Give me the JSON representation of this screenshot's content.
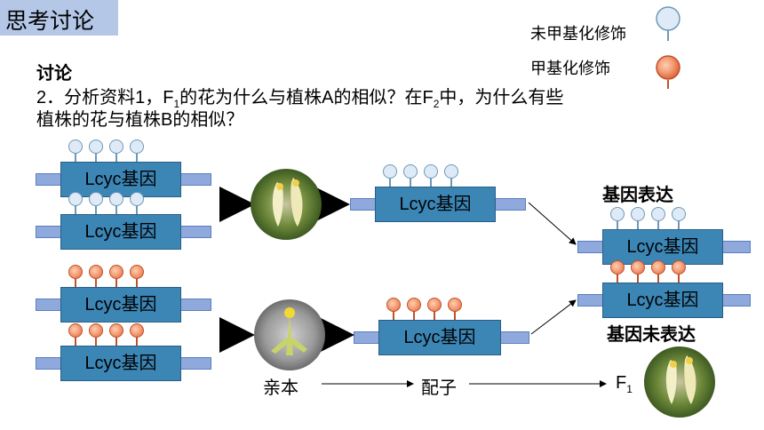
{
  "title": "思考讨论",
  "legend": {
    "unmethylated": "未甲基化修饰",
    "methylated": "甲基化修饰"
  },
  "question": {
    "heading": "讨论",
    "line1_pre": "2．分析资料1，F",
    "line1_sub": "1",
    "line1_mid": "的花为什么与植株A的相似？在F",
    "line1_sub2": "2",
    "line1_post": "中，为什么有些",
    "line2": "植株的花与植株B的相似？"
  },
  "gene_label": "Lcyc基因",
  "expressed_label": "基因表达",
  "not_expressed_label": "基因未表达",
  "flow": {
    "parent": "亲本",
    "gamete": "配子",
    "f1": "F",
    "f1_sub": "1"
  },
  "colors": {
    "unmethylated": "#deebf7",
    "methylated": "#e2663c",
    "gene_box": "#3c86b6",
    "title_bg": "#b4c7e7"
  }
}
